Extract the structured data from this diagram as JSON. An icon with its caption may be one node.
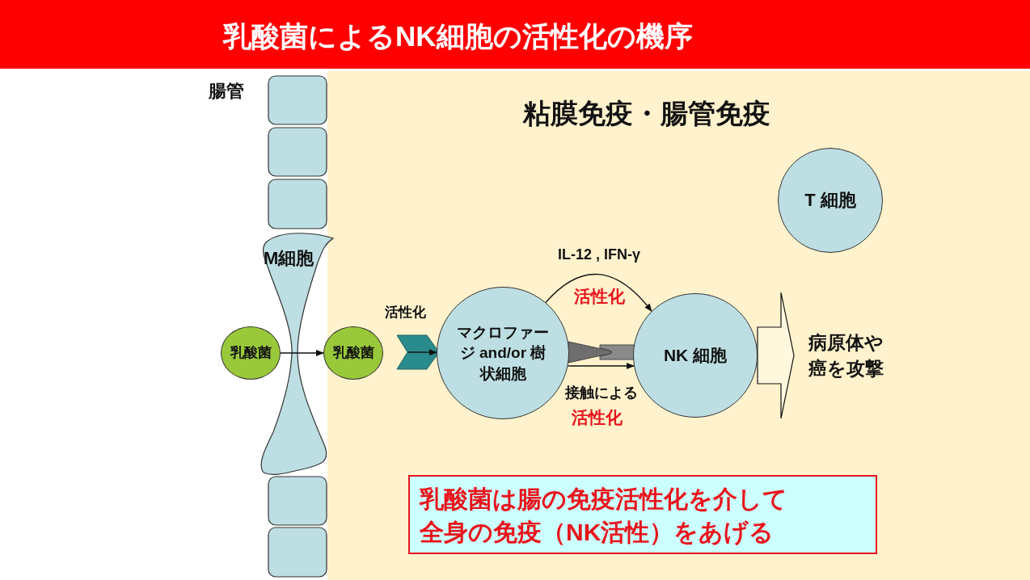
{
  "diagram": {
    "title": "乳酸菌によるNK細胞の活性化の機序",
    "nodes": [
      {
        "text": [
          "粘膜免疫・腸管免疫"
        ]
      },
      {
        "text": [
          "M細胞"
        ]
      },
      {
        "text": [
          "T 細胞"
        ],
        "in": 0
      },
      {
        "text": [
          "乳酸菌"
        ]
      },
      {
        "text": [
          "乳酸菌"
        ],
        "in": 0
      },
      {
        "text": [],
        "shape": "chevron",
        "in": 0
      },
      {
        "text": [
          "マクロファージ and/or 樹状細胞"
        ],
        "in": 0
      },
      {
        "text": [
          "NK 細胞"
        ],
        "in": 0
      },
      {
        "text": [
          "病原体や癌を攻撃"
        ],
        "in": 0
      },
      {
        "text": [
          "乳酸菌は腸の免疫活性化を介して全身の免疫（NK活性）をあげる"
        ],
        "in": 0
      }
    ],
    "edges": [
      {
        "from": 3,
        "to": 4,
        "arrow": "to"
      },
      {
        "from": 5,
        "to": 6,
        "arrow": "to"
      },
      {
        "from": 6,
        "to": 7,
        "arrow": "to",
        "label": "IL-12 , IFN-γ"
      },
      {
        "from": 6,
        "to": 7,
        "arrow": "to",
        "label": "接触による"
      },
      {
        "from": 7,
        "to": 8,
        "arrow": "to",
        "style": "thick"
      }
    ],
    "labels": [
      "腸管",
      "活性化",
      "活性化",
      "活性化"
    ]
  }
}
